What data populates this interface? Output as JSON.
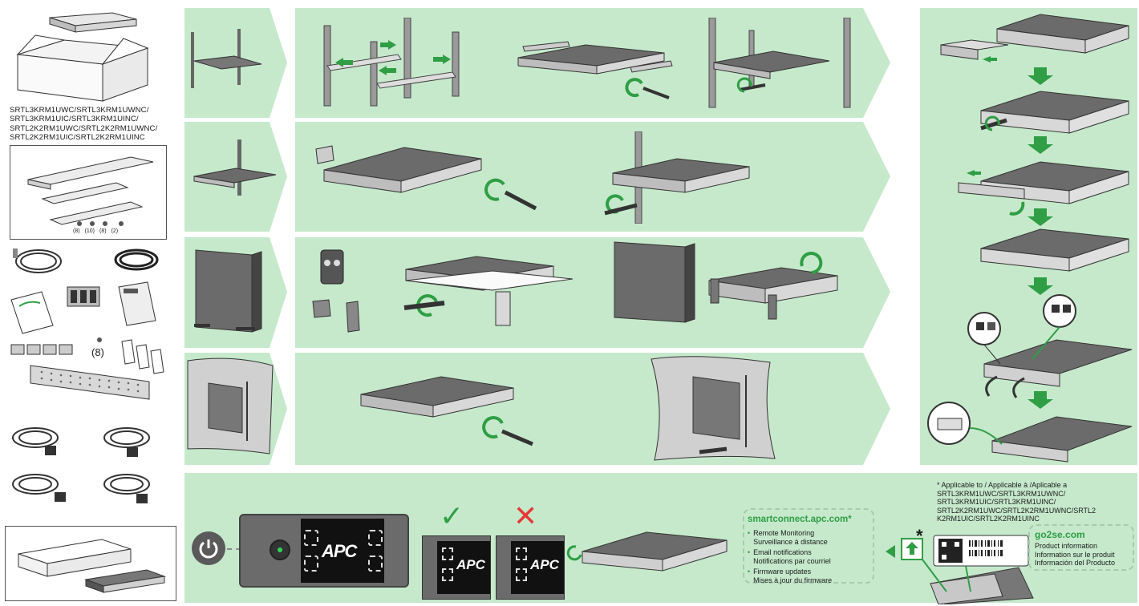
{
  "models": {
    "lines": [
      "SRTL3KRM1UWC/SRTL3KRM1UWNC/",
      "SRTL3KRM1UIC/SRTL3KRM1UINC/",
      "SRTL2K2RM1UWC/SRTL2K2RM1UWNC/",
      "SRTL2K2RM1UIC/SRTL2K2RM1UINC"
    ]
  },
  "hardware": {
    "screw_counts": [
      "(8)",
      "(10)",
      "(8)",
      "(2)"
    ]
  },
  "accessories": {
    "screw_count": "(8)"
  },
  "panel": {
    "logo": "APC",
    "correct_mark": "✓",
    "wrong_mark": "✕"
  },
  "smartconnect": {
    "url": "smartconnect.apc.com*",
    "items": [
      [
        "Remote Monitoring",
        "Surveillance à distance"
      ],
      [
        "Email notifications",
        "Notifications par courriel"
      ],
      [
        "Firmware updates",
        "Mises à jour du firmware"
      ]
    ]
  },
  "applicable": {
    "lines": [
      "* Applicable to / Applicable à /Aplicable a",
      "SRTL3KRM1UWC/SRTL3KRM1UWNC/",
      "SRTL3KRM1UIC/SRTL3KRM1UINC/",
      "SRTL2K2RM1UWC/SRTL2K2RM1UWNC/SRTL2",
      "K2RM1UIC/SRTL2K2RM1UINC"
    ]
  },
  "go2se": {
    "url": "go2se.com",
    "items": [
      "Product information",
      "Information sur le produit",
      "Información del Producto"
    ]
  },
  "label": {
    "asterisk": "*"
  },
  "colors": {
    "panel_green": "#c6e9cc",
    "arrow_green": "#2f9e44",
    "error_red": "#e53935",
    "device_gray": "#6b6b6b"
  }
}
